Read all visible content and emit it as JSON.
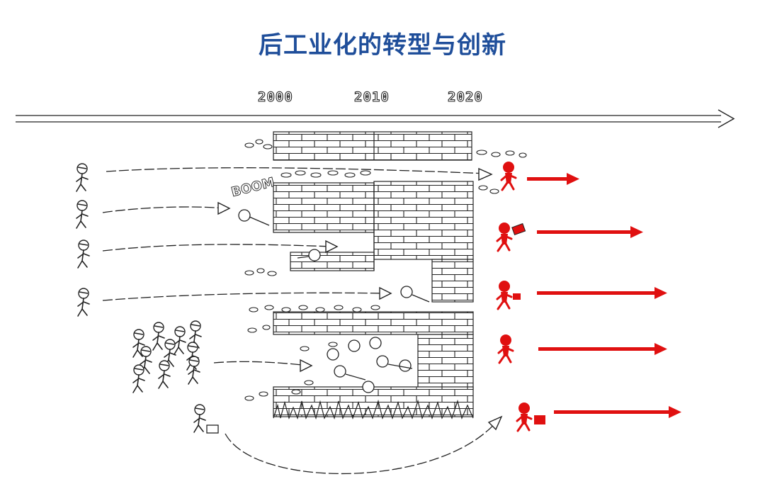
{
  "title": "后工业化的转型与创新",
  "timeline": {
    "years": [
      "2000",
      "2010",
      "2020"
    ]
  },
  "annotations": {
    "boom": "BOOM"
  },
  "colors": {
    "title": "#1f4e9a",
    "highlight": "#e01010",
    "line": "#222222"
  }
}
